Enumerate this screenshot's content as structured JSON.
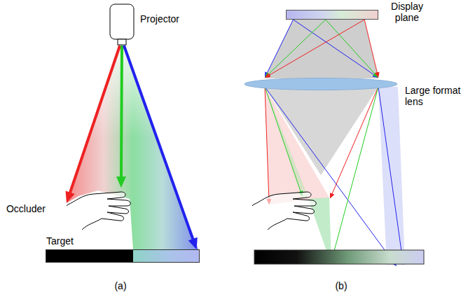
{
  "diagram": {
    "nodes": [
      {
        "text": [
          "Projector"
        ]
      },
      {
        "text": [
          "Occluder"
        ]
      },
      {
        "text": [
          "Target"
        ]
      },
      {
        "text": [
          "Display plane"
        ]
      },
      {
        "text": [
          "Large format lens"
        ]
      }
    ],
    "edges": [
      {
        "from": 0,
        "to": 1,
        "arrow": "to"
      },
      {
        "from": 0,
        "to": 1,
        "arrow": "to"
      },
      {
        "from": 0,
        "to": 2,
        "arrow": "to"
      },
      {
        "from": 3,
        "to": 4,
        "arrow": "to"
      },
      {
        "from": 3,
        "to": 4,
        "arrow": "to"
      },
      {
        "from": 3,
        "to": 4,
        "arrow": "to"
      },
      {
        "from": 3,
        "to": 4,
        "arrow": "to"
      },
      {
        "from": 3,
        "to": 4,
        "arrow": "to"
      },
      {
        "from": 3,
        "to": 4,
        "arrow": "to"
      }
    ],
    "labels": [
      "(a)",
      "(b)"
    ]
  }
}
